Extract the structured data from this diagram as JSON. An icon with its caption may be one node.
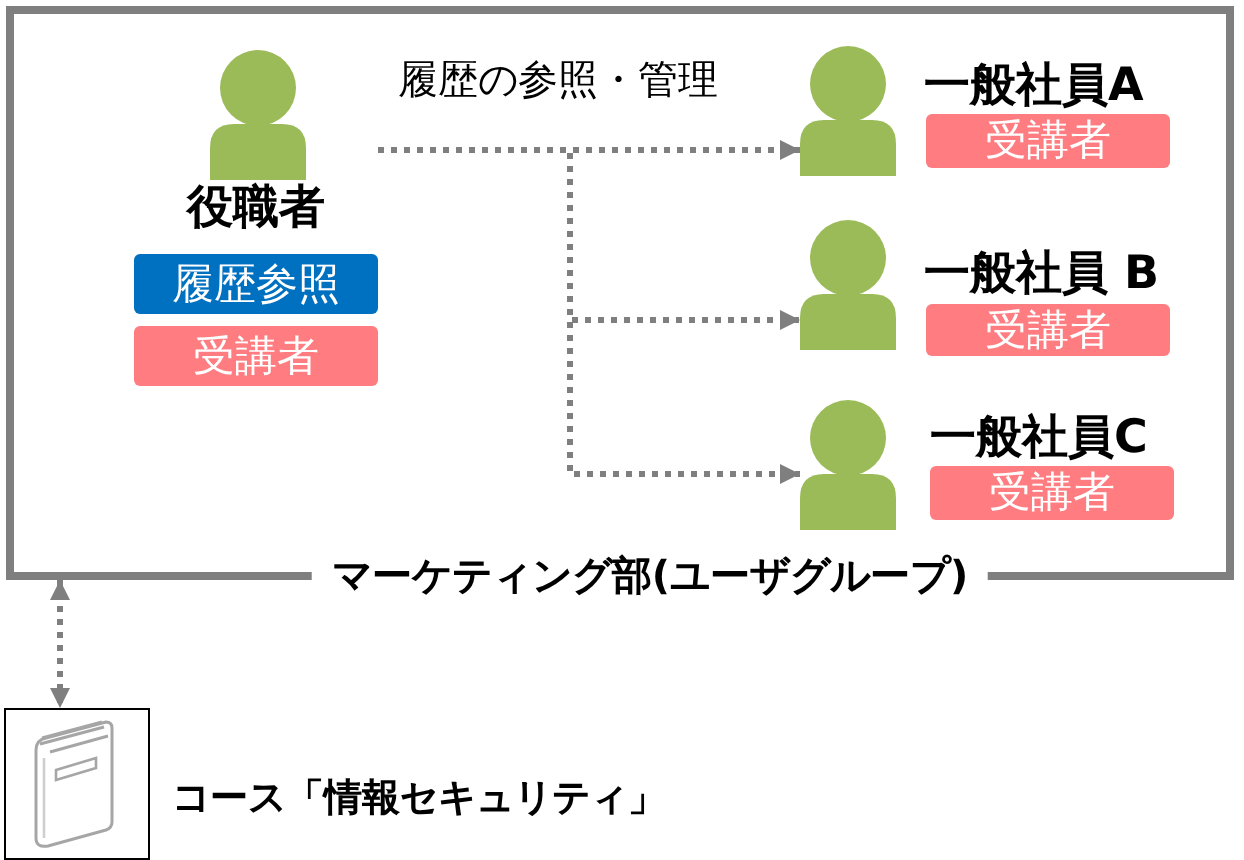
{
  "diagram": {
    "nodes": [
      {
        "text": [
          "マーケティング部(ユーザグループ)"
        ]
      },
      {
        "text": [
          "役職者",
          "履歴参照",
          "受講者"
        ],
        "in": 0
      },
      {
        "text": [
          "一般社員A",
          "受講者"
        ],
        "in": 0
      },
      {
        "text": [
          "一般社員 B",
          "受講者"
        ],
        "in": 0
      },
      {
        "text": [
          "一般社員C",
          "受講者"
        ],
        "in": 0
      },
      {
        "text": [],
        "shape": "picture",
        "beside": [
          "コース「情報セキュリティ」"
        ]
      }
    ],
    "edges": [
      {
        "from": 1,
        "to": 2,
        "arrow": "to",
        "style": "dashed",
        "label": "履歴の参照・管理"
      },
      {
        "from": 1,
        "to": 3,
        "arrow": "to",
        "style": "dashed"
      },
      {
        "from": 1,
        "to": 4,
        "arrow": "to",
        "style": "dashed"
      },
      {
        "from": 0,
        "to": 5,
        "arrow": "both",
        "style": "dashed"
      }
    ]
  }
}
